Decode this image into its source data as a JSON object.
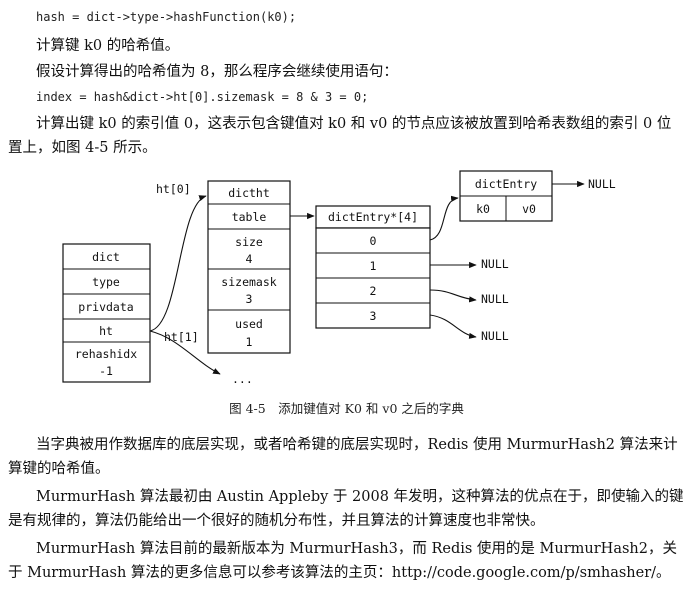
{
  "code_lines": [
    "hash = dict->type->hashFunction(k0);",
    "index = hash&dict->ht[0].sizemask = 8 & 3 = 0;"
  ],
  "paragraphs": [
    "计算键 k0 的哈希值。",
    "假设计算得出的哈希值为 8，那么程序会继续使用语句：",
    "计算出键 k0 的索引值 0，这表示包含键值对 k0 和 v0 的节点应该被放置到哈希表数组的索引 0 位置上，如图 4-5 所示。",
    "当字典被用作数据库的底层实现，或者哈希键的底层实现时，Redis 使用 MurmurHash2 算法来计算键的哈希值。",
    "MurmurHash 算法最初由 Austin Appleby 于 2008 年发明，这种算法的优点在于，即使输入的键是有规律的，算法仍能给出一个很好的随机分布性，并且算法的计算速度也非常快。",
    "MurmurHash 算法目前的最新版本为 MurmurHash3，而 Redis 使用的是 MurmurHash2，关于 MurmurHash 算法的更多信息可以参考该算法的主页：http://code.google.com/p/smhasher/。"
  ],
  "diagram": {
    "dict_fields": [
      "dict",
      "type",
      "privdata",
      "ht",
      "rehashidx",
      "-1"
    ],
    "ht0_label": "ht[0]",
    "ht1_label": "ht[1]",
    "dictht_fields": [
      "dictht",
      "table",
      "size",
      "4",
      "sizemask",
      "3",
      "used",
      "1"
    ],
    "table_title": "dictEntry*[4]",
    "table_slots": [
      "0",
      "1",
      "2",
      "3"
    ],
    "entry_title": "dictEntry",
    "entry_key": "k0",
    "entry_value": "v0",
    "null_label": "NULL",
    "ellipsis": "..."
  },
  "caption": "图 4-5　添加键值对 K0 和 v0 之后的字典"
}
